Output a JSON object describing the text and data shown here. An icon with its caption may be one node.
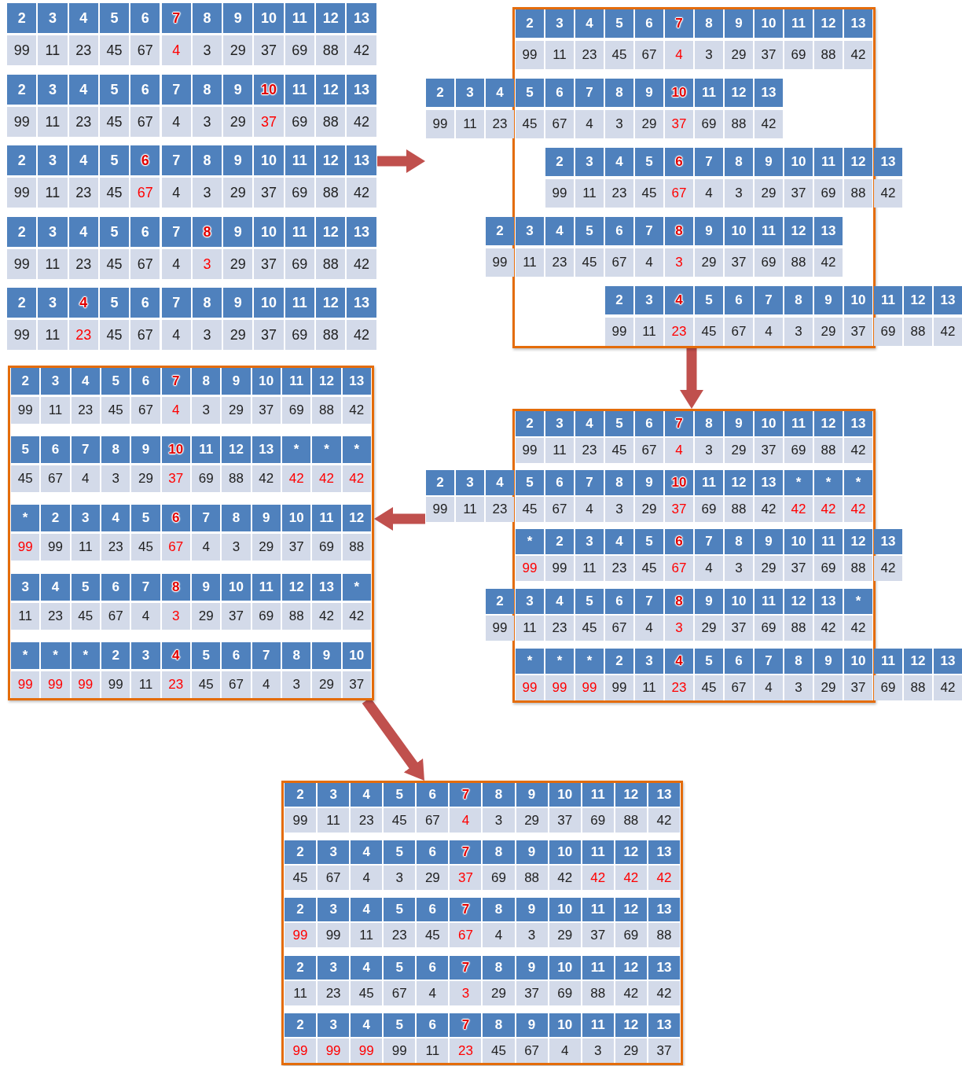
{
  "diagram": {
    "nodes": [
      {
        "text": [],
        "shape": "picture"
      },
      {
        "text": [],
        "shape": "box"
      },
      {
        "text": [],
        "shape": "box"
      },
      {
        "text": [],
        "shape": "box"
      },
      {
        "text": [],
        "shape": "box"
      }
    ],
    "edges": [
      {
        "from": 0,
        "to": 1,
        "arrow": "to"
      },
      {
        "from": 1,
        "to": 2,
        "arrow": "to"
      },
      {
        "from": 2,
        "to": 3,
        "arrow": "to"
      },
      {
        "from": 3,
        "to": 4,
        "arrow": "to"
      }
    ],
    "labels": [
      "2",
      "3",
      "4",
      "5",
      "6",
      "7",
      "8",
      "9",
      "10",
      "11",
      "12",
      "13",
      "99",
      "11",
      "23",
      "45",
      "67",
      "4",
      "3",
      "29",
      "37",
      "69",
      "88",
      "42",
      "2",
      "3",
      "4",
      "5",
      "6",
      "7",
      "8",
      "9",
      "10",
      "11",
      "12",
      "13",
      "99",
      "11",
      "23",
      "45",
      "67",
      "4",
      "3",
      "29",
      "37",
      "69",
      "88",
      "42",
      "2",
      "3",
      "4",
      "5",
      "6",
      "7",
      "8",
      "9",
      "10",
      "11",
      "12",
      "13",
      "99",
      "11",
      "23",
      "45",
      "67",
      "4",
      "3",
      "29",
      "37",
      "69",
      "88",
      "42",
      "2",
      "3",
      "4",
      "5",
      "6",
      "7",
      "8",
      "9",
      "10",
      "11",
      "12",
      "13",
      "99",
      "11",
      "23",
      "45",
      "67",
      "4",
      "3",
      "29",
      "37",
      "69",
      "88",
      "42",
      "2",
      "3",
      "4",
      "5",
      "6",
      "7",
      "8",
      "9",
      "10",
      "11",
      "12",
      "13",
      "99",
      "11",
      "23",
      "45",
      "67",
      "4",
      "3",
      "29",
      "37",
      "69",
      "88",
      "42",
      "2",
      "3",
      "4",
      "5",
      "6",
      "7",
      "8",
      "9",
      "10",
      "11",
      "12",
      "13",
      "99",
      "11",
      "23",
      "45",
      "67",
      "4",
      "3",
      "29",
      "37",
      "69",
      "88",
      "42",
      "2",
      "3",
      "4",
      "5",
      "6",
      "7",
      "8",
      "9",
      "10",
      "11",
      "12",
      "13",
      "99",
      "11",
      "23",
      "45",
      "67",
      "4",
      "3",
      "29",
      "37",
      "69",
      "88",
      "42",
      "2",
      "3",
      "4",
      "5",
      "6",
      "7",
      "8",
      "9",
      "10",
      "11",
      "12",
      "13",
      "99",
      "11",
      "23",
      "45",
      "67",
      "4",
      "3",
      "29",
      "37",
      "69",
      "88",
      "42",
      "2",
      "3",
      "4",
      "5",
      "6",
      "7",
      "8",
      "9",
      "10",
      "11",
      "12",
      "13",
      "99",
      "11",
      "23",
      "45",
      "67",
      "4",
      "3",
      "29",
      "37",
      "69",
      "88",
      "42",
      "2",
      "3",
      "4",
      "5",
      "6",
      "7",
      "8",
      "9",
      "10",
      "11",
      "12",
      "13",
      "99",
      "11",
      "23",
      "45",
      "67",
      "4",
      "3",
      "29",
      "37",
      "69",
      "88",
      "42",
      "2",
      "3",
      "4",
      "5",
      "6",
      "7",
      "8",
      "9",
      "10",
      "11",
      "12",
      "13",
      "99",
      "11",
      "23",
      "45",
      "67",
      "4",
      "3",
      "29",
      "37",
      "69",
      "88",
      "42",
      "2",
      "3",
      "4",
      "5",
      "6",
      "7",
      "8",
      "9",
      "10",
      "11",
      "12",
      "13",
      "*",
      "*",
      "*",
      "99",
      "11",
      "23",
      "45",
      "67",
      "4",
      "3",
      "29",
      "37",
      "69",
      "88",
      "42",
      "42",
      "42",
      "42",
      "*",
      "2",
      "3",
      "4",
      "5",
      "6",
      "7",
      "8",
      "9",
      "10",
      "11",
      "12",
      "13",
      "99",
      "99",
      "11",
      "23",
      "45",
      "67",
      "4",
      "3",
      "29",
      "37",
      "69",
      "88",
      "42",
      "2",
      "3",
      "4",
      "5",
      "6",
      "7",
      "8",
      "9",
      "10",
      "11",
      "12",
      "13",
      "*",
      "99",
      "11",
      "23",
      "45",
      "67",
      "4",
      "3",
      "29",
      "37",
      "69",
      "88",
      "42",
      "42",
      "*",
      "*",
      "*",
      "2",
      "3",
      "4",
      "5",
      "6",
      "7",
      "8",
      "9",
      "10",
      "11",
      "12",
      "13",
      "99",
      "99",
      "99",
      "99",
      "11",
      "23",
      "45",
      "67",
      "4",
      "3",
      "29",
      "37",
      "69",
      "88",
      "42",
      "2",
      "3",
      "4",
      "5",
      "6",
      "7",
      "8",
      "9",
      "10",
      "11",
      "12",
      "13",
      "99",
      "11",
      "23",
      "45",
      "67",
      "4",
      "3",
      "29",
      "37",
      "69",
      "88",
      "42",
      "5",
      "6",
      "7",
      "8",
      "9",
      "10",
      "11",
      "12",
      "13",
      "*",
      "*",
      "*",
      "45",
      "67",
      "4",
      "3",
      "29",
      "37",
      "69",
      "88",
      "42",
      "42",
      "42",
      "42",
      "*",
      "2",
      "3",
      "4",
      "5",
      "6",
      "7",
      "8",
      "9",
      "10",
      "11",
      "12",
      "99",
      "99",
      "11",
      "23",
      "45",
      "67",
      "4",
      "3",
      "29",
      "37",
      "69",
      "88",
      "3",
      "4",
      "5",
      "6",
      "7",
      "8",
      "9",
      "10",
      "11",
      "12",
      "13",
      "*",
      "11",
      "23",
      "45",
      "67",
      "4",
      "3",
      "29",
      "37",
      "69",
      "88",
      "42",
      "42",
      "*",
      "*",
      "*",
      "2",
      "3",
      "4",
      "5",
      "6",
      "7",
      "8",
      "9",
      "10",
      "99",
      "99",
      "99",
      "99",
      "11",
      "23",
      "45",
      "67",
      "4",
      "3",
      "29",
      "37",
      "2",
      "3",
      "4",
      "5",
      "6",
      "7",
      "8",
      "9",
      "10",
      "11",
      "12",
      "13",
      "99",
      "11",
      "23",
      "45",
      "67",
      "4",
      "3",
      "29",
      "37",
      "69",
      "88",
      "42",
      "2",
      "3",
      "4",
      "5",
      "6",
      "7",
      "8",
      "9",
      "10",
      "11",
      "12",
      "13",
      "45",
      "67",
      "4",
      "3",
      "29",
      "37",
      "69",
      "88",
      "42",
      "42",
      "42",
      "42",
      "2",
      "3",
      "4",
      "5",
      "6",
      "7",
      "8",
      "9",
      "10",
      "11",
      "12",
      "13",
      "99",
      "99",
      "11",
      "23",
      "45",
      "67",
      "4",
      "3",
      "29",
      "37",
      "69",
      "88",
      "2",
      "3",
      "4",
      "5",
      "6",
      "7",
      "8",
      "9",
      "10",
      "11",
      "12",
      "13",
      "11",
      "23",
      "45",
      "67",
      "4",
      "3",
      "29",
      "37",
      "69",
      "88",
      "42",
      "42",
      "2",
      "3",
      "4",
      "5",
      "6",
      "7",
      "8",
      "9",
      "10",
      "11",
      "12",
      "13",
      "99",
      "99",
      "99",
      "99",
      "11",
      "23",
      "45",
      "67",
      "4",
      "3",
      "29",
      "37"
    ]
  }
}
